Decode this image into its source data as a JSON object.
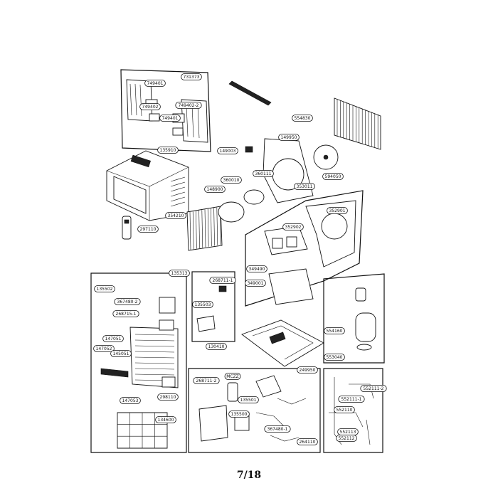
{
  "page_number": "7/18",
  "parts": [
    {
      "key": "p731373",
      "label": "731373"
    },
    {
      "key": "p749401",
      "label": "749401"
    },
    {
      "key": "p749402",
      "label": "749402"
    },
    {
      "key": "p749402b",
      "label": "749402-2"
    },
    {
      "key": "p749401b",
      "label": "749401"
    },
    {
      "key": "p554830",
      "label": "554830"
    },
    {
      "key": "p149950",
      "label": "149950"
    },
    {
      "key": "p149003",
      "label": "149003"
    },
    {
      "key": "p135910",
      "label": "135910"
    },
    {
      "key": "p594050",
      "label": "594050"
    },
    {
      "key": "p360111",
      "label": "360111"
    },
    {
      "key": "p360010",
      "label": "360010"
    },
    {
      "key": "p148900",
      "label": "148900"
    },
    {
      "key": "p353011",
      "label": "353011"
    },
    {
      "key": "p354210",
      "label": "354210"
    },
    {
      "key": "p297110",
      "label": "297110"
    },
    {
      "key": "p352901",
      "label": "352901"
    },
    {
      "key": "p352902",
      "label": "352902"
    },
    {
      "key": "p349490",
      "label": "349490"
    },
    {
      "key": "p349001",
      "label": "349001"
    },
    {
      "key": "p135313",
      "label": "135313"
    },
    {
      "key": "p135502",
      "label": "135502"
    },
    {
      "key": "p367480a",
      "label": "367480-2"
    },
    {
      "key": "p268715",
      "label": "268715-1"
    },
    {
      "key": "p147051",
      "label": "147051"
    },
    {
      "key": "p147052",
      "label": "147052"
    },
    {
      "key": "p145051",
      "label": "145051"
    },
    {
      "key": "p147053",
      "label": "147053"
    },
    {
      "key": "p268711a",
      "label": "268711-1"
    },
    {
      "key": "p135503",
      "label": "135503"
    },
    {
      "key": "p554160",
      "label": "554160"
    },
    {
      "key": "p553040",
      "label": "553040"
    },
    {
      "key": "p130410",
      "label": "130410"
    },
    {
      "key": "p249950",
      "label": "249950"
    },
    {
      "key": "p268711b",
      "label": "268711-2"
    },
    {
      "key": "pmcz",
      "label": "MCZZ"
    },
    {
      "key": "p135501",
      "label": "135501"
    },
    {
      "key": "p135500",
      "label": "135500"
    },
    {
      "key": "p367480b",
      "label": "367480-1"
    },
    {
      "key": "p264110",
      "label": "264110"
    },
    {
      "key": "p298110",
      "label": "298110"
    },
    {
      "key": "p134600",
      "label": "134600"
    },
    {
      "key": "p552111",
      "label": "552111-2"
    },
    {
      "key": "p552111b",
      "label": "552111-1"
    },
    {
      "key": "p552110",
      "label": "552110"
    },
    {
      "key": "p552113",
      "label": "552113"
    },
    {
      "key": "p552112",
      "label": "552112"
    }
  ]
}
